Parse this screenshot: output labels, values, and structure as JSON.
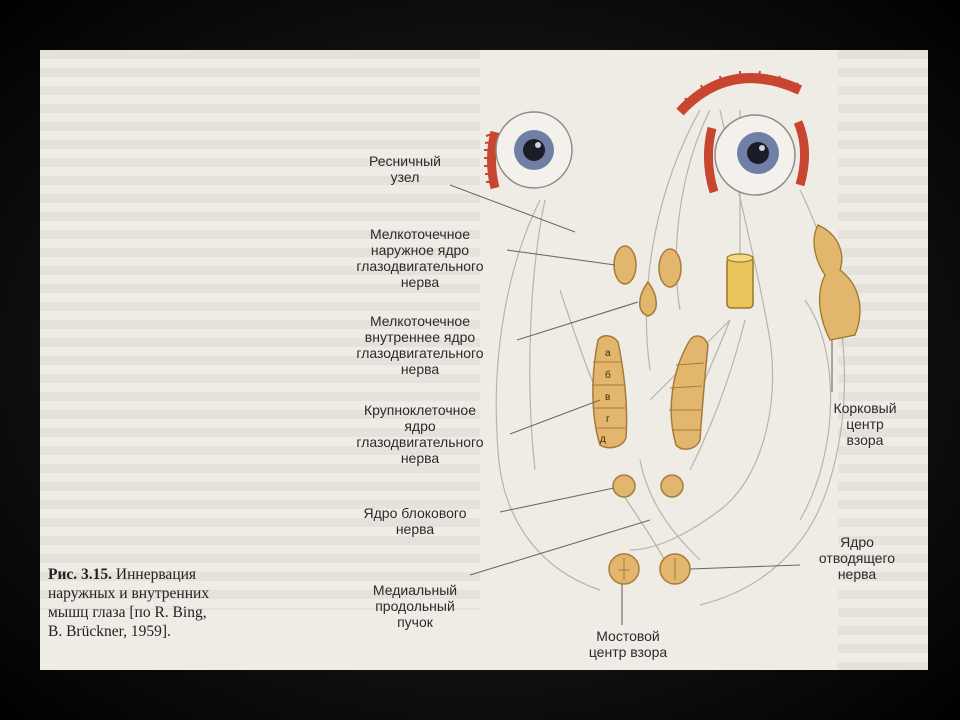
{
  "figure": {
    "labels": {
      "ciliary_ganglion": "Ресничный\nузел",
      "small_cell_outer_nucleus": "Мелкоточечное\nнаружное ядро\nглазодвигательного\nнерва",
      "small_cell_inner_nucleus": "Мелкоточечное\nвнутреннее ядро\nглазодвигательного\nнерва",
      "large_cell_nucleus": "Крупноклеточное\nядро\nглазодвигательного\nнерва",
      "trochlear_nucleus": "Ядро блокового\nнерва",
      "medial_longitudinal_fasciculus": "Медиальный\nпродольный\nпучок",
      "pontine_gaze_center": "Мостовой\nцентр взора",
      "abducens_nucleus": "Ядро\nотводящего\nнерва",
      "cortical_gaze_center": "Корковый\nцентр\nвзора"
    },
    "subnucleus_letters": [
      "а",
      "б",
      "в",
      "г",
      "д"
    ]
  },
  "caption": {
    "prefix": "Рис. 3.15.",
    "text": "Иннервация\nнаружных и внутренних\nмышц глаза [по R. Bing,\nB. Brückner, 1959]."
  },
  "colors": {
    "page": "#efece6",
    "nucleus_fill": "#e2b66c",
    "nucleus_stroke": "#a87a3a",
    "muscle_red": "#c8452f",
    "iris": "#6f7fa6",
    "fiber": "#b9b3aa",
    "leader": "#6a6a6a"
  }
}
